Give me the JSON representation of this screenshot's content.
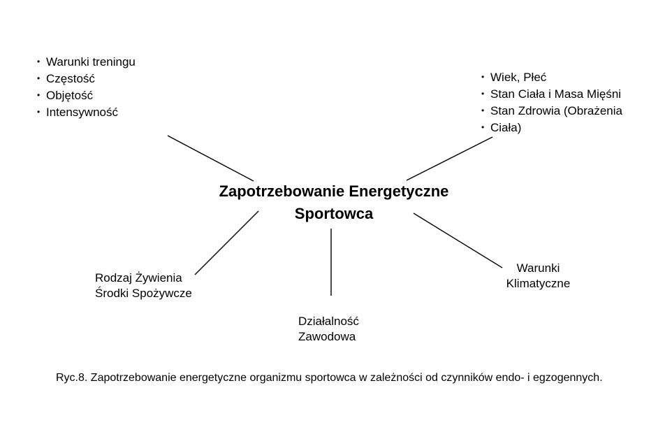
{
  "center": {
    "line1": "Zapotrzebowanie Energetyczne",
    "line2": "Sportowca"
  },
  "training": {
    "items": [
      {
        "label": "Warunki treningu"
      },
      {
        "label": "Częstość"
      },
      {
        "label": "Objętość"
      },
      {
        "label": "Intensywność"
      }
    ]
  },
  "personal": {
    "items": [
      {
        "label": "Wiek, Płeć"
      },
      {
        "label": "Stan Ciała i Masa Mięśni"
      },
      {
        "label": "Stan Zdrowia (Obrażenia"
      },
      {
        "label": "Ciała)"
      }
    ]
  },
  "nutrition": {
    "line1": "Rodzaj Żywienia",
    "line2": "Środki Spożywcze"
  },
  "occupation": {
    "line1": "Działalność",
    "line2": "Zawodowa"
  },
  "climate": {
    "line1": "Warunki",
    "line2": "Klimatyczne"
  },
  "caption": "Ryc.8. Zapotrzebowanie energetyczne organizmu sportowca w zależności od czynników endo- i egzogennych.",
  "bullet_glyph": "•"
}
